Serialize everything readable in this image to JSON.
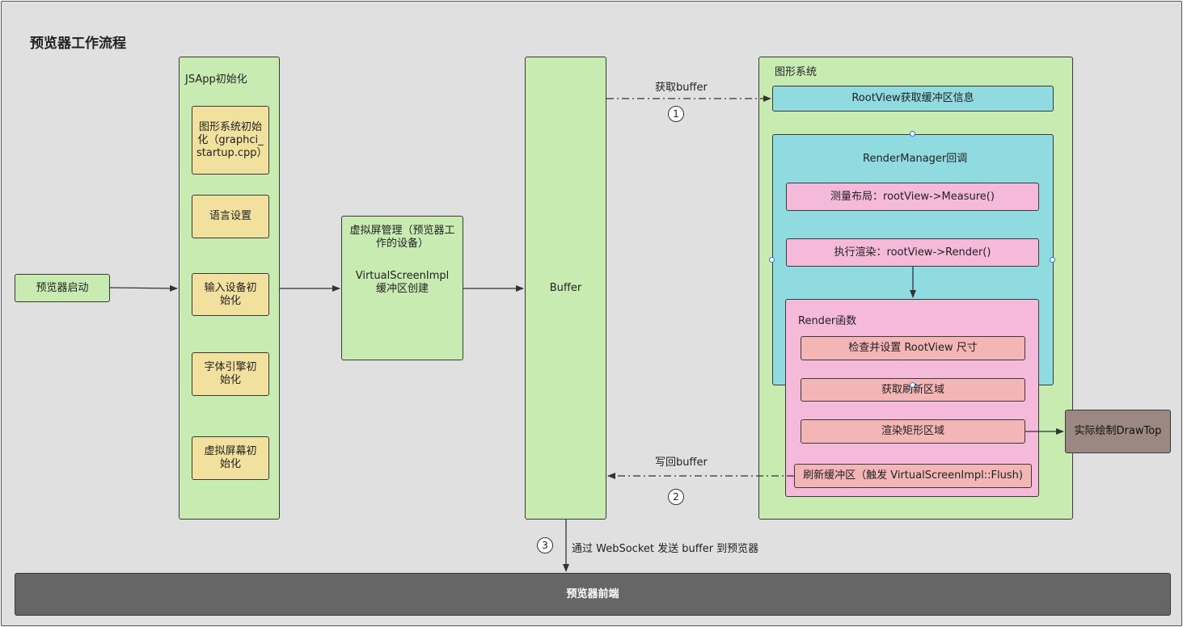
{
  "title": "预览器工作流程",
  "start": "预览器启动",
  "jsapp": {
    "title": "JSApp初始化",
    "steps": [
      "图形系统初始化（graphci_startup.cpp）",
      "语言设置",
      "输入设备初始化",
      "字体引擎初始化",
      "虚拟屏幕初始化"
    ]
  },
  "virtual_screen": {
    "title": "虚拟屏管理（预览器工作的设备）",
    "body": "VirtualScreenImpl 缓冲区创建"
  },
  "buffer": "Buffer",
  "graphics": {
    "title": "图形系统",
    "rootview": "RootView获取缓冲区信息",
    "render_manager": {
      "title": "RenderManager回调",
      "measure": "测量布局：rootView->Measure()",
      "render": "执行渲染：rootView->Render()"
    },
    "render_fn": {
      "title": "Render函数",
      "items": [
        "检查并设置 RootView 尺寸",
        "获取刷新区域",
        "渲染矩形区域",
        "刷新缓冲区（触发 VirtualScreenImpl::Flush)"
      ]
    }
  },
  "draw_top": "实际绘制DrawTop",
  "edges": {
    "get_buffer": "获取buffer",
    "write_back": "写回buffer",
    "send": "通过 WebSocket 发送 buffer 到预览器"
  },
  "steps": [
    "1",
    "2",
    "3"
  ],
  "frontend": "预览器前端"
}
